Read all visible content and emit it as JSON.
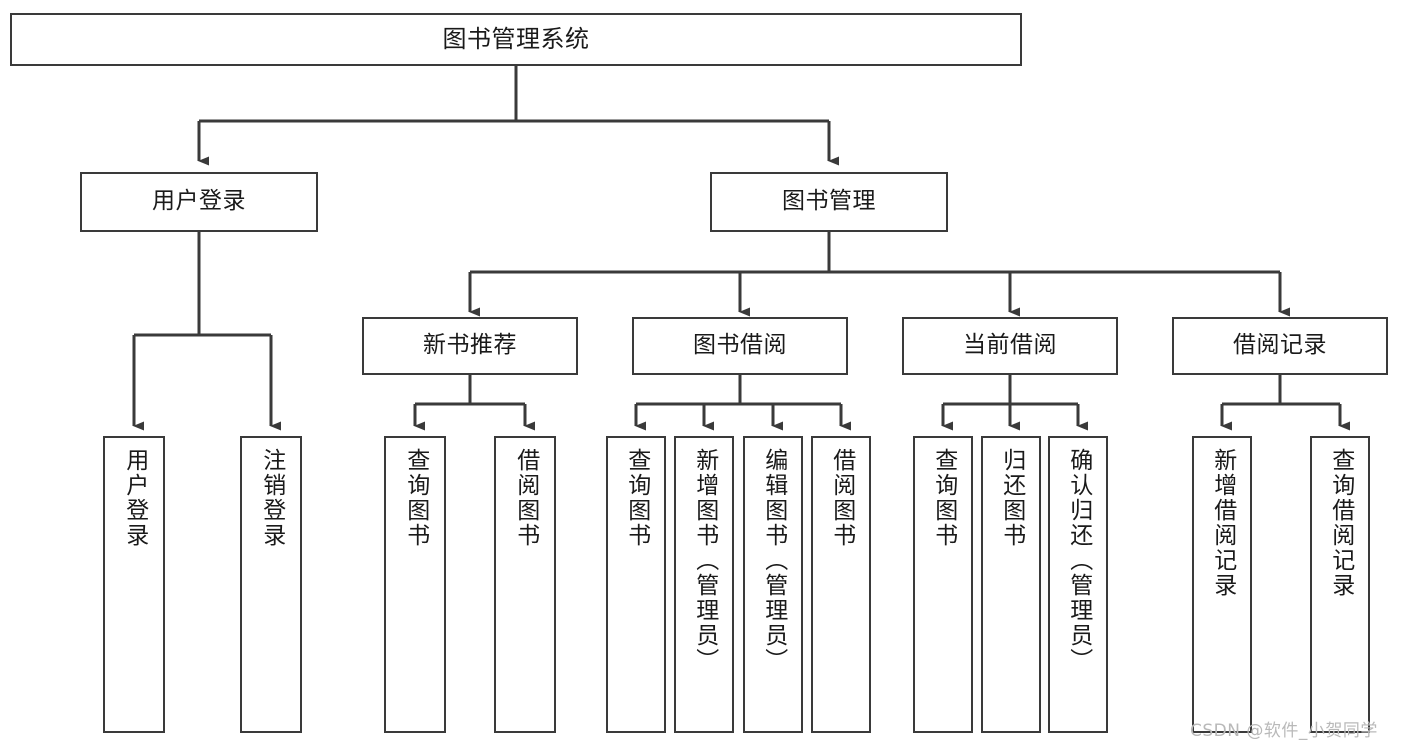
{
  "diagram": {
    "title": "图书管理系统",
    "type": "hierarchy-tree",
    "stroke_color": "#3a3a3a",
    "background_color": "#ffffff",
    "text_color": "#1a1a1a",
    "levels": 4
  },
  "root": {
    "label": "图书管理系统"
  },
  "level1": [
    {
      "label": "用户登录"
    },
    {
      "label": "图书管理"
    }
  ],
  "level2": [
    {
      "label": "新书推荐"
    },
    {
      "label": "图书借阅"
    },
    {
      "label": "当前借阅"
    },
    {
      "label": "借阅记录"
    }
  ],
  "leaves": {
    "user_login": [
      {
        "label": "用户登录"
      },
      {
        "label": "注销登录"
      }
    ],
    "new_book_recommend": [
      {
        "label": "查询图书"
      },
      {
        "label": "借阅图书"
      }
    ],
    "book_borrow": [
      {
        "label": "查询图书"
      },
      {
        "label": "新增图书（管理员）"
      },
      {
        "label": "编辑图书（管理员）"
      },
      {
        "label": "借阅图书"
      }
    ],
    "current_borrow": [
      {
        "label": "查询图书"
      },
      {
        "label": "归还图书"
      },
      {
        "label": "确认归还（管理员）"
      }
    ],
    "borrow_records": [
      {
        "label": "新增借阅记录"
      },
      {
        "label": "查询借阅记录"
      }
    ]
  },
  "watermark": {
    "text": "CSDN @软件_小贺同学"
  }
}
